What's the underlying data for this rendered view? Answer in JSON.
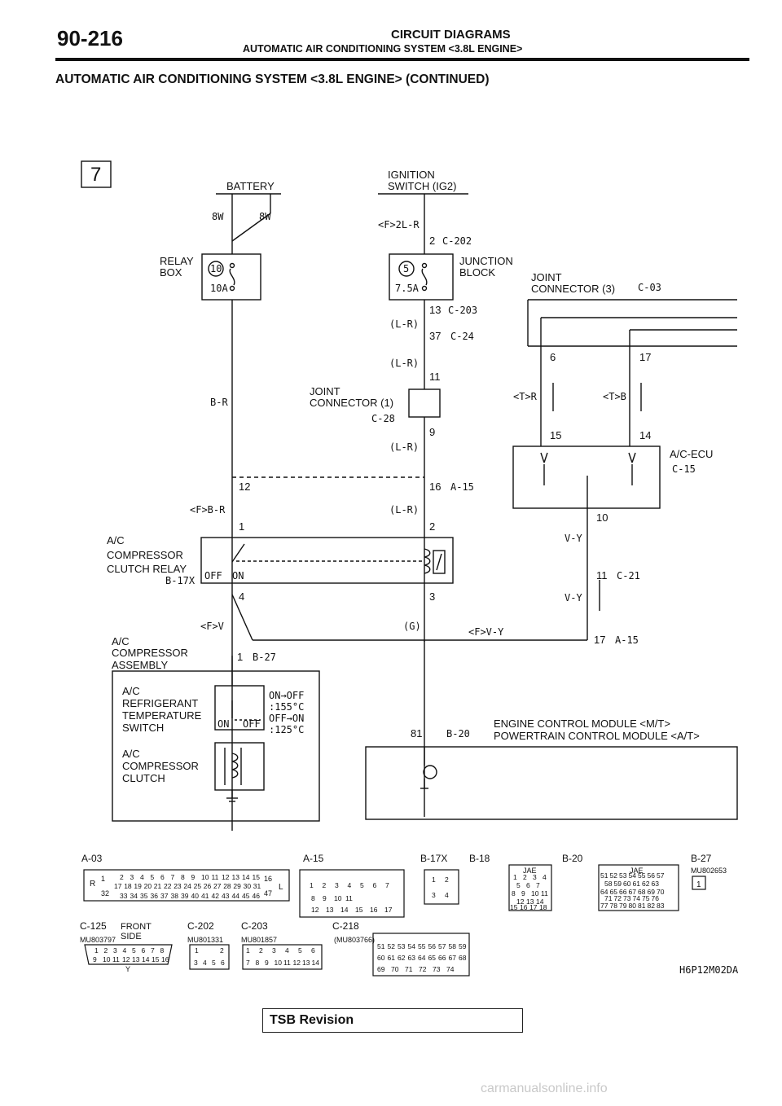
{
  "header": {
    "page_number": "90-216",
    "title": "CIRCUIT DIAGRAMS",
    "subtitle": "AUTOMATIC AIR CONDITIONING SYSTEM <3.8L ENGINE>"
  },
  "section_title": "AUTOMATIC AIR CONDITIONING SYSTEM <3.8L ENGINE> (CONTINUED)",
  "diagram": {
    "sheet_number": "7",
    "battery": "BATTERY",
    "ignition_line1": "IGNITION",
    "ignition_line2": "SWITCH (IG2)",
    "wire_8w_a": "8W",
    "wire_8w_b": "8W",
    "relay_box_line1": "RELAY",
    "relay_box_line2": "BOX",
    "fuse_10": "10",
    "fuse_10a": "10A",
    "fuse_5": "5",
    "fuse_75a": "7.5A",
    "junction_line1": "JUNCTION",
    "junction_line2": "BLOCK",
    "f2lr": "<F>2L-R",
    "pin_2_top": "2",
    "c202": "C-202",
    "pin_13": "13",
    "c203": "C-203",
    "lr1": "(L-R)",
    "pin_37": "37",
    "c24": "C-24",
    "lr2": "(L-R)",
    "pin_11_top": "11",
    "joint1_line1": "JOINT",
    "joint1_line2": "CONNECTOR (1)",
    "c28": "C-28",
    "pin_9": "9",
    "lr3": "(L-R)",
    "br": "B-R",
    "pin_12": "12",
    "pin_16": "16",
    "a15a": "A-15",
    "fbr": "<F>B-R",
    "lr4": "(L-R)",
    "pin_1_relay": "1",
    "pin_2_relay": "2",
    "relay_line1": "A/C",
    "relay_line2": "COMPRESSOR",
    "relay_line3": "CLUTCH RELAY",
    "b17x": "B-17X",
    "off": "OFF",
    "on": "ON",
    "pin_4": "4",
    "pin_3": "3",
    "fv": "<F>V",
    "g": "(G)",
    "fvy": "<F>V-Y",
    "pin_17_a15": "17",
    "a15b": "A-15",
    "asm_line1": "A/C",
    "asm_line2": "COMPRESSOR",
    "asm_line3": "ASSEMBLY",
    "pin_1_b27": "1",
    "b27": "B-27",
    "sw_line1": "A/C",
    "sw_line2": "REFRIGERANT",
    "sw_line3": "TEMPERATURE",
    "sw_line4": "SWITCH",
    "sw_on": "ON",
    "sw_off": "OFF",
    "sw_cond1": "ON→OFF",
    "sw_cond2": ":155°C",
    "sw_cond3": "OFF→ON",
    "sw_cond4": ":125°C",
    "clutch_line1": "A/C",
    "clutch_line2": "COMPRESSOR",
    "clutch_line3": "CLUTCH",
    "joint3_line1": "JOINT",
    "joint3_line2": "CONNECTOR (3)",
    "c03": "C-03",
    "pin_6": "6",
    "pin_17_j3": "17",
    "tr": "<T>R",
    "tb": "<T>B",
    "pin_15": "15",
    "pin_14": "14",
    "ecu_line1": "A/C-ECU",
    "c15": "C-15",
    "pin_10": "10",
    "vy1": "V-Y",
    "pin_11_c21": "11",
    "c21": "C-21",
    "vy2": "V-Y",
    "pin_81": "81",
    "b20": "B-20",
    "ecm_line1": "ENGINE CONTROL MODULE <M/T>",
    "ecm_line2": "POWERTRAIN CONTROL MODULE <A/T>",
    "figure_code": "H6P12M02DA"
  },
  "connectors": {
    "a03": "A-03",
    "a15": "A-15",
    "b17x": "B-17X",
    "b18": "B-18",
    "b20": "B-20",
    "b27": "B-27",
    "c125": "C-125",
    "c202": "C-202",
    "c203": "C-203",
    "c218": "C-218",
    "front_side_1": "FRONT",
    "front_side_2": "SIDE",
    "jae_1": "JAE",
    "jae_2": "JAE",
    "mu_b27": "MU802653",
    "mu_c125": "MU803797",
    "mu_c202": "MU801331",
    "mu_c203": "MU801857",
    "mu_c218": "(MU803766)",
    "r_label": "R",
    "l_label": "L",
    "y_label": "Y",
    "a03_row1": [
      "2",
      "3",
      "4",
      "5",
      "6",
      "7",
      "8",
      "9",
      "10",
      "11",
      "12",
      "13",
      "14",
      "15"
    ],
    "a03_row2": [
      "17",
      "18",
      "19",
      "20",
      "21",
      "22",
      "23",
      "24",
      "25",
      "26",
      "27",
      "28",
      "29",
      "30",
      "31"
    ],
    "a03_row3": [
      "33",
      "34",
      "35",
      "36",
      "37",
      "38",
      "39",
      "40",
      "41",
      "42",
      "43",
      "44",
      "45",
      "46"
    ],
    "a03_left_top": "1",
    "a03_left_bot": "32",
    "a03_right_top": "16",
    "a03_right_bot": "47",
    "a15_pins": [
      "1",
      "2",
      "3",
      "4",
      "5",
      "6",
      "7",
      "8",
      "9",
      "10",
      "11",
      "12",
      "13",
      "14",
      "15",
      "16",
      "17"
    ],
    "b17x_pins": [
      "1",
      "2",
      "3",
      "4"
    ],
    "b18_pins": [
      "1",
      "2",
      "3",
      "4",
      "5",
      "6",
      "7",
      "8",
      "9",
      "10",
      "11",
      "12",
      "13",
      "14",
      "15",
      "16",
      "17",
      "18"
    ],
    "b20_pins": [
      "51",
      "52",
      "53",
      "54",
      "55",
      "56",
      "57",
      "58",
      "59",
      "60",
      "61",
      "62",
      "63",
      "64",
      "65",
      "66",
      "67",
      "68",
      "69",
      "70",
      "71",
      "72",
      "73",
      "74",
      "75",
      "76",
      "77",
      "78",
      "79",
      "80",
      "81",
      "82",
      "83"
    ],
    "b27_pin": "1",
    "c125_row1": [
      "1",
      "2",
      "3",
      "4",
      "5",
      "6",
      "7",
      "8"
    ],
    "c125_row2": [
      "9",
      "10",
      "11",
      "12",
      "13",
      "14",
      "15",
      "16"
    ],
    "c202_row1": [
      "1",
      "2"
    ],
    "c202_row2": [
      "3",
      "4",
      "5",
      "6"
    ],
    "c203_row1": [
      "1",
      "2",
      "3",
      "4",
      "5",
      "6"
    ],
    "c203_row2": [
      "7",
      "8",
      "9",
      "10",
      "11",
      "12",
      "13",
      "14"
    ],
    "c218_row1": [
      "51",
      "52",
      "53",
      "54",
      "55",
      "56",
      "57",
      "58",
      "59"
    ],
    "c218_row2": [
      "60",
      "61",
      "62",
      "63",
      "64",
      "65",
      "66",
      "67",
      "68"
    ],
    "c218_row3": [
      "69",
      "70",
      "71",
      "72",
      "73",
      "74"
    ]
  },
  "footer": {
    "tsb": "TSB Revision",
    "watermark": "carmanualsonline.info"
  }
}
